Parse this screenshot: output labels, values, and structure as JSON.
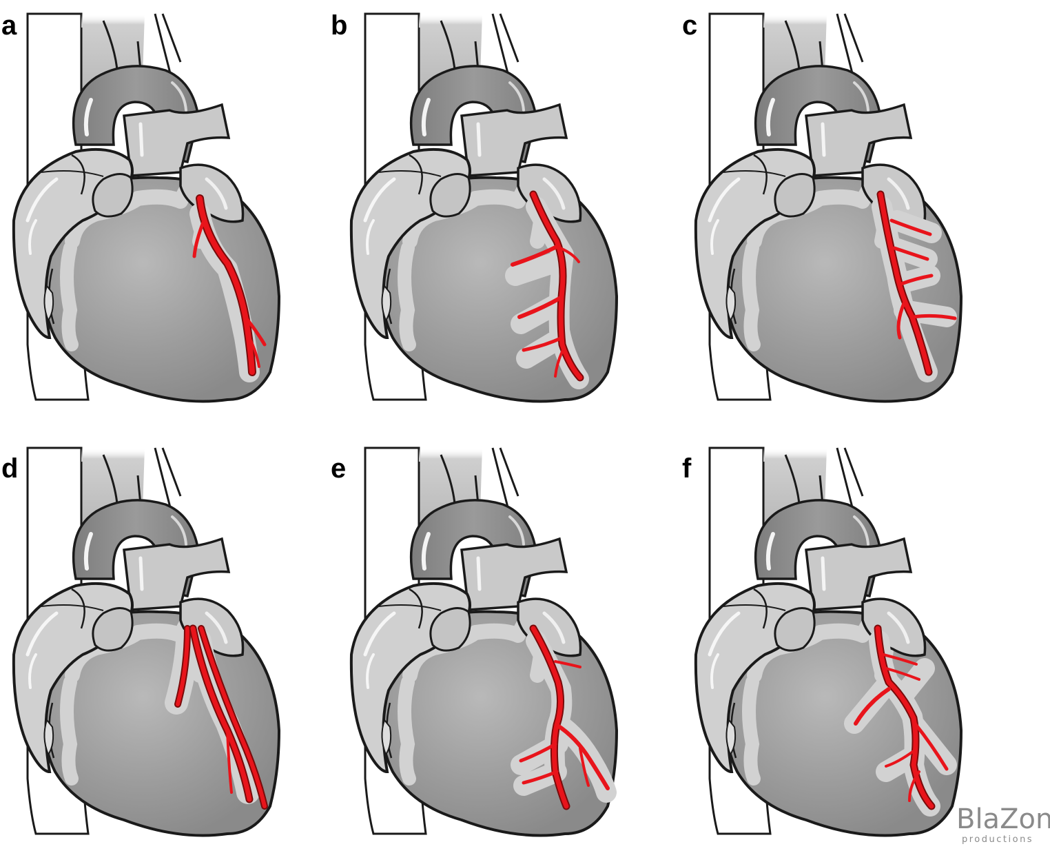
{
  "colors": {
    "background": "#ffffff",
    "vessel_red": "#e8141b",
    "vessel_outline": "#7a0a0a",
    "outline": "#1a1a1a",
    "dark_gray": "#8e8e8e",
    "mid_gray": "#bcbcbc",
    "light_gray": "#d9d9d9",
    "halo_gray": "#d2d2d2",
    "logo_gray": "#8a8a8a"
  },
  "panels": [
    {
      "label": "a",
      "variant": "single-vessel"
    },
    {
      "label": "b",
      "variant": "trunk-with-left-branches"
    },
    {
      "label": "c",
      "variant": "trunk-with-right-branches"
    },
    {
      "label": "d",
      "variant": "dual-parallel-vessels"
    },
    {
      "label": "e",
      "variant": "branching-both-sides"
    },
    {
      "label": "f",
      "variant": "extensive-branching"
    }
  ],
  "logo": {
    "main": "BlaZon",
    "sub": "productions"
  }
}
